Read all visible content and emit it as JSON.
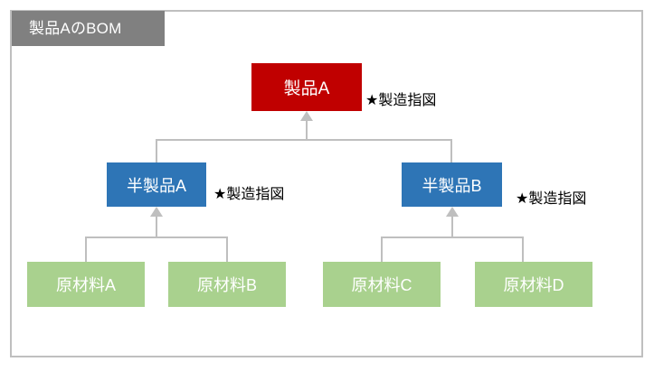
{
  "diagram": {
    "title": "製品AのBOM",
    "colors": {
      "frame_border": "#BFBFBF",
      "title_bar": "#808080",
      "product": "#C00000",
      "semi_product": "#2E75B6",
      "material": "#A9D18E",
      "connector": "#BFBFBF",
      "annotation_text": "#000000",
      "node_text": "#FFFFFF"
    },
    "nodes": {
      "product": {
        "label": "製品A",
        "level": "product"
      },
      "semi_a": {
        "label": "半製品A",
        "level": "semi-product"
      },
      "semi_b": {
        "label": "半製品B",
        "level": "semi-product"
      },
      "material_a": {
        "label": "原材料A",
        "level": "material"
      },
      "material_b": {
        "label": "原材料B",
        "level": "material"
      },
      "material_c": {
        "label": "原材料C",
        "level": "material"
      },
      "material_d": {
        "label": "原材料D",
        "level": "material"
      }
    },
    "annotations": {
      "product_order": "★製造指図",
      "semi_a_order": "★製造指図",
      "semi_b_order": "★製造指図"
    }
  }
}
